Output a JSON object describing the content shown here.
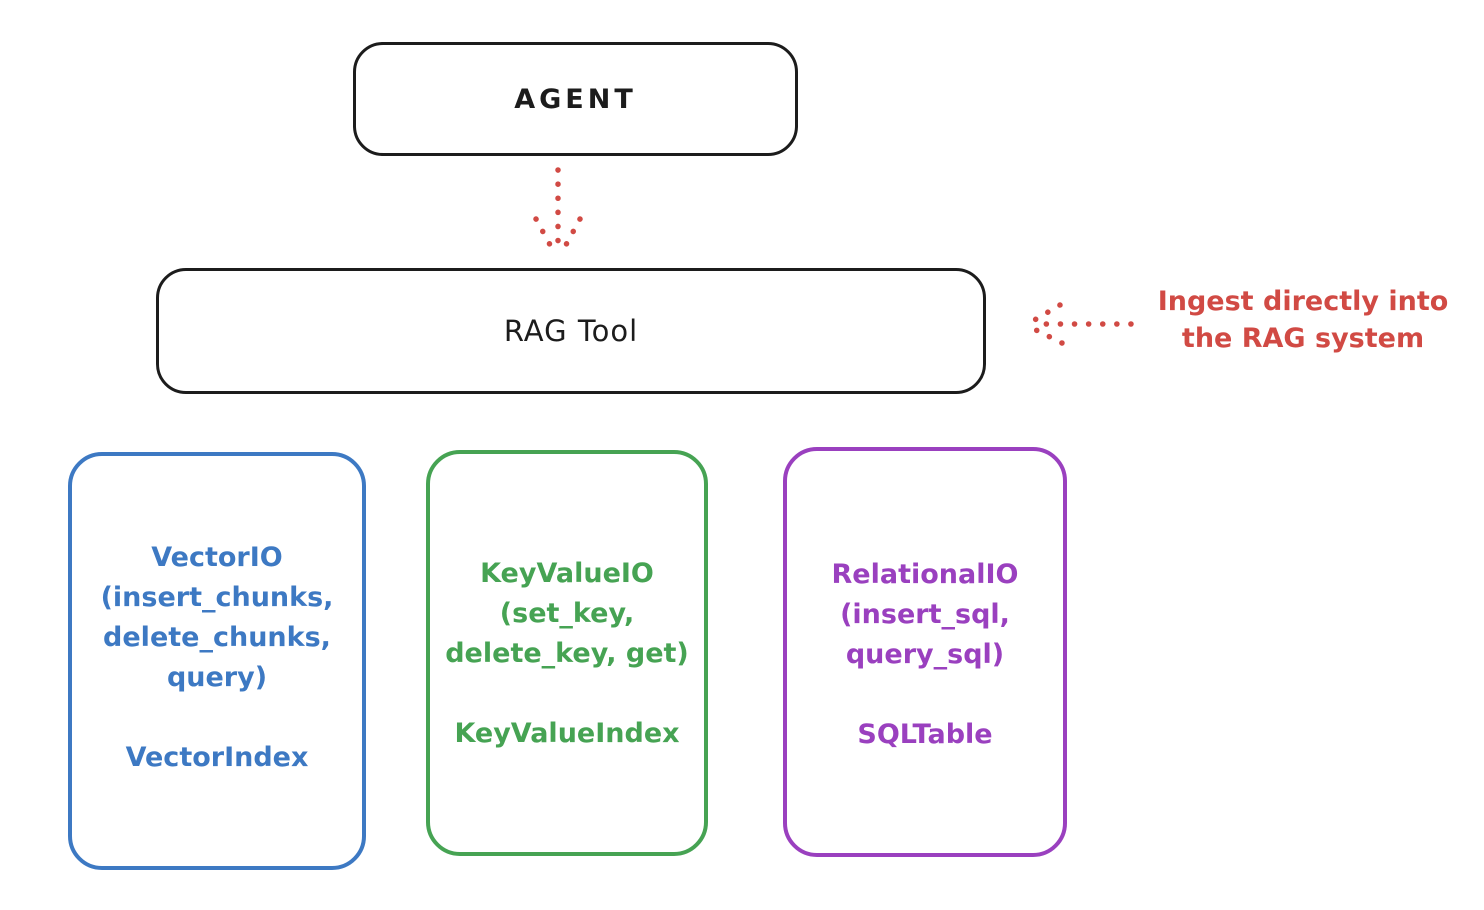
{
  "diagram": {
    "agent": {
      "label": "AGENT"
    },
    "rag_tool": {
      "label": "RAG Tool"
    },
    "annotation": {
      "lines": [
        "Ingest directly into",
        "the RAG system"
      ],
      "color": "#d14a44"
    },
    "arrows": [
      {
        "name": "agent-to-rag-tool",
        "style": "dotted",
        "direction": "down",
        "color": "#d14a44"
      },
      {
        "name": "annotation-to-rag-tool",
        "style": "dotted",
        "direction": "left",
        "color": "#d14a44"
      }
    ],
    "io_boxes": [
      {
        "lines": [
          "VectorIO",
          "(insert_chunks,",
          "delete_chunks,",
          "query)"
        ],
        "index_label": "VectorIndex",
        "color": "#3d79c3"
      },
      {
        "lines": [
          "KeyValueIO",
          "(set_key,",
          "delete_key, get)"
        ],
        "index_label": "KeyValueIndex",
        "color": "#46a353"
      },
      {
        "lines": [
          "RelationalIO",
          "(insert_sql,",
          "query_sql)"
        ],
        "index_label": "SQLTable",
        "color": "#9a40bf"
      }
    ],
    "colors": {
      "outline": "#1c1c1c",
      "accent_red": "#d14a44",
      "blue": "#3d79c3",
      "green": "#46a353",
      "purple": "#9a40bf"
    }
  }
}
